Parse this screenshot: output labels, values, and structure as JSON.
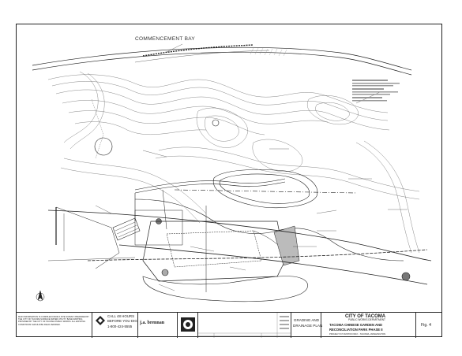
{
  "map": {
    "water_label": "COMMENCEMENT BAY"
  },
  "title_block": {
    "general_note": "MAIN INFORMATION IS COMPILED FROM A SITE SURVEY PREPARED BY THE CITY OF TACOMA SURFACE WATER UTILITY. BASE MAPPING PROVIDED BY THE CITY OF TACOMA PUBLIC WORKS. ALL EXISTING CONDITIONS SHOULD BE FIELD VERIFIED.",
    "call_line1": "CALL 48 HOURS",
    "call_line2": "BEFORE YOU DIG",
    "call_phone": "1-800-424-5555",
    "firm_name": "j.a. brennan",
    "drawing_title_line1": "GRADING AND",
    "drawing_title_line2": "DRAINAGE PLAN",
    "city": "CITY OF TACOMA",
    "department": "PUBLIC WORKS DEPARTMENT",
    "project_line1": "TACOMA CHINESE GARDEN AND",
    "project_line2": "RECONCILIATION PARK PHASE II",
    "address": "PROJECT AT RUSTON WAY - TACOMA, WASHINGTON",
    "figure": "Fig. 4"
  },
  "colors": {
    "line": "#222222",
    "contour": "#555555",
    "hatch": "#888888"
  }
}
